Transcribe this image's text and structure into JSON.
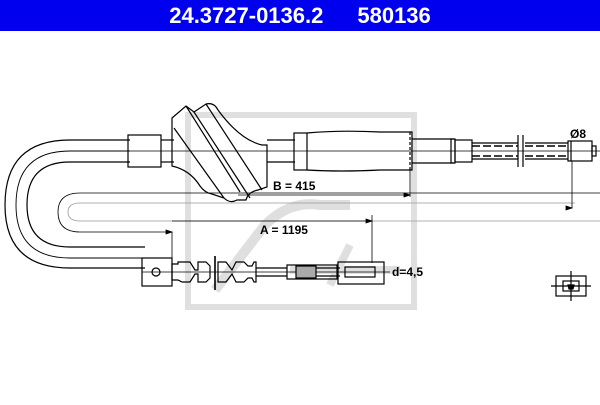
{
  "header": {
    "part_number": "24.3727-0136.2",
    "ref_number": "580136",
    "background_color": "#0000ee",
    "text_color": "#ffffff"
  },
  "diagram": {
    "type": "brake cable technical drawing",
    "dimensions": {
      "B": "B = 415",
      "A": "A = 1195",
      "outer_diameter": "Ø8",
      "inner_diameter": "d=4,5"
    },
    "watermark": "Ate",
    "components": [
      "cable-sheath-loop",
      "sleeve-left",
      "rubber-grommet",
      "tapered-sleeve",
      "corrugated-sheath-end",
      "threaded-end-fitting",
      "eyelet-fitting",
      "bellows-boot",
      "crimp-sleeve",
      "end-nipple",
      "end-nipple-cross-section"
    ]
  }
}
